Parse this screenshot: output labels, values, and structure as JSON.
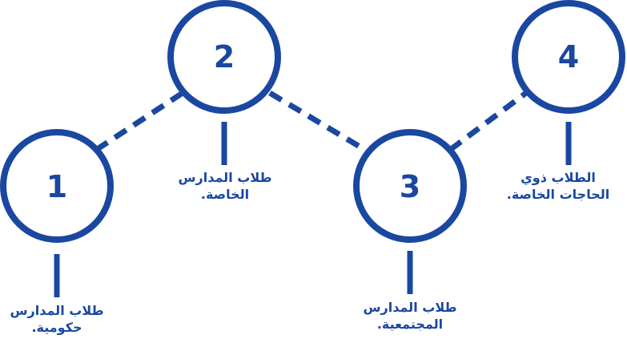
{
  "colors": {
    "primary": "#1a47a0",
    "background": "#ffffff"
  },
  "steps": [
    {
      "number": "1",
      "line1": "طلاب المدارس",
      "line2": "حكومية."
    },
    {
      "number": "2",
      "line1": "طلاب المدارس",
      "line2": "الخاصة."
    },
    {
      "number": "3",
      "line1": "طلاب المدارس",
      "line2": "المجتمعية."
    },
    {
      "number": "4",
      "line1": "الطلاب ذوي",
      "line2": "الحاجات الخاصة."
    }
  ]
}
